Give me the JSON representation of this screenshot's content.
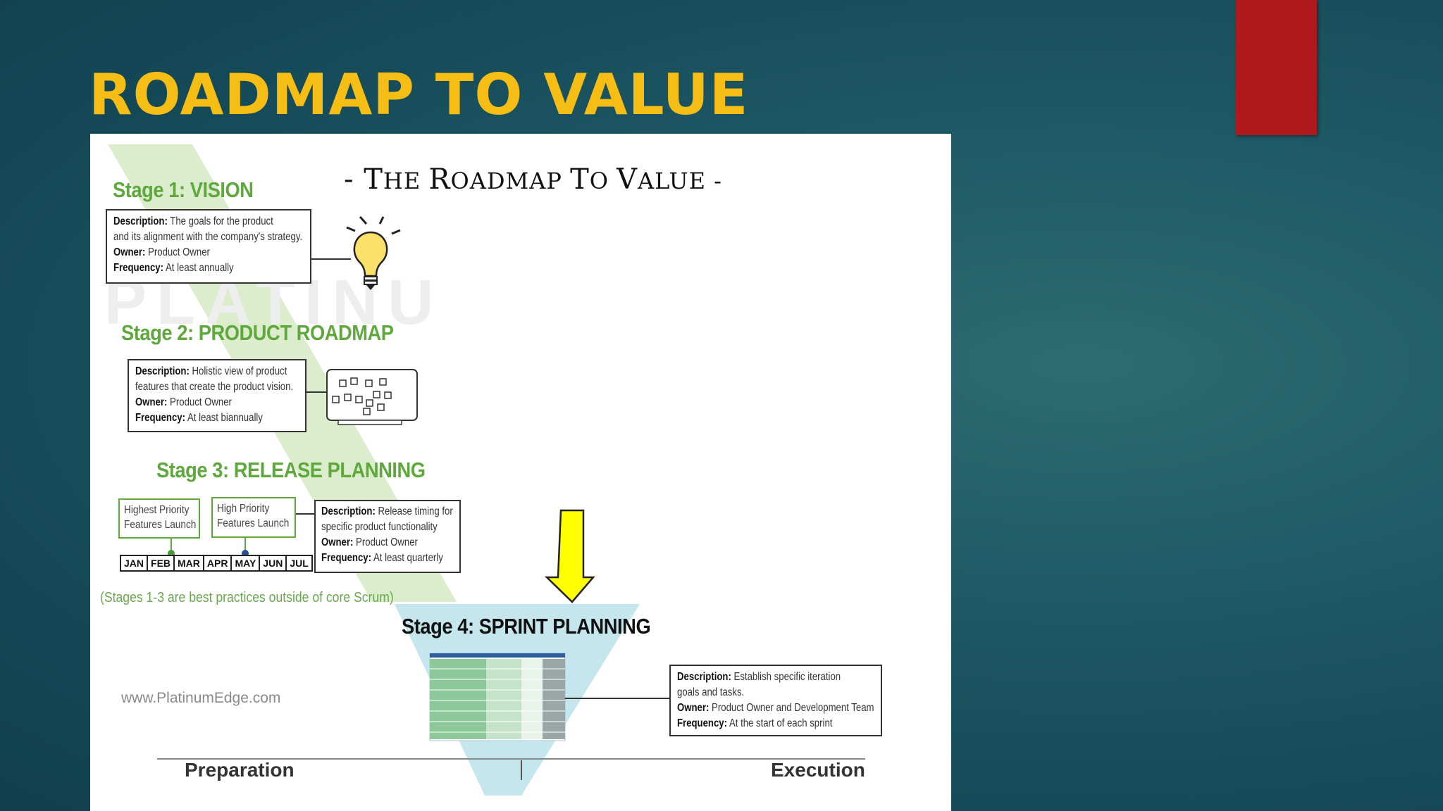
{
  "slide": {
    "title": "ROADMAP TO VALUE",
    "accent_color": "#f6bd14",
    "tab_color": "#b0191b"
  },
  "figure": {
    "title_prefix": "- T",
    "title_w1_rest": "HE ",
    "title_w2_cap": "R",
    "title_w2_rest": "OADMAP ",
    "title_w3_cap": "T",
    "title_w3_rest": "O ",
    "title_w4_cap": "V",
    "title_w4_rest": "ALUE -",
    "stage1": {
      "heading": "Stage 1: VISION",
      "desc_label": "Description:",
      "desc_line1": "The goals for the product",
      "desc_line2": "and its alignment with the company's strategy.",
      "owner_label": "Owner:",
      "owner": "Product Owner",
      "freq_label": "Frequency:",
      "freq": "At least annually"
    },
    "stage2": {
      "heading": "Stage 2: PRODUCT ROADMAP",
      "desc_label": "Description:",
      "desc_line1": "Holistic view of product",
      "desc_line2": "features that create the product vision.",
      "owner_label": "Owner:",
      "owner": "Product Owner",
      "freq_label": "Frequency:",
      "freq": "At least biannually"
    },
    "stage3": {
      "heading": "Stage 3: RELEASE PLANNING",
      "box1_line1": "Highest Priority",
      "box1_line2": "Features Launch",
      "box2_line1": "High Priority",
      "box2_line2": "Features Launch",
      "months": [
        "JAN",
        "FEB",
        "MAR",
        "APR",
        "MAY",
        "JUN",
        "JUL"
      ],
      "desc_label": "Description:",
      "desc_line1": "Release timing for",
      "desc_line2": "specific product functionality",
      "owner_label": "Owner:",
      "owner": "Product Owner",
      "freq_label": "Frequency:",
      "freq": "At least quarterly"
    },
    "note": "(Stages 1-3 are best practices outside of core Scrum)",
    "stage4": {
      "heading": "Stage 4: SPRINT PLANNING",
      "desc_label": "Description:",
      "desc_line1": "Establish specific iteration",
      "desc_line2": "goals and tasks.",
      "owner_label": "Owner:",
      "owner": "Product Owner and Development Team",
      "freq_label": "Frequency:",
      "freq": "At the start of each sprint"
    },
    "website": "www.PlatinumEdge.com",
    "axis_left": "Preparation",
    "axis_right": "Execution",
    "colors": {
      "stage_green": "#5ea83d",
      "arrow_yellow": "#ffff00",
      "v_light_green": "#d6eac4",
      "v_light_blue": "#bfe3ea"
    }
  }
}
